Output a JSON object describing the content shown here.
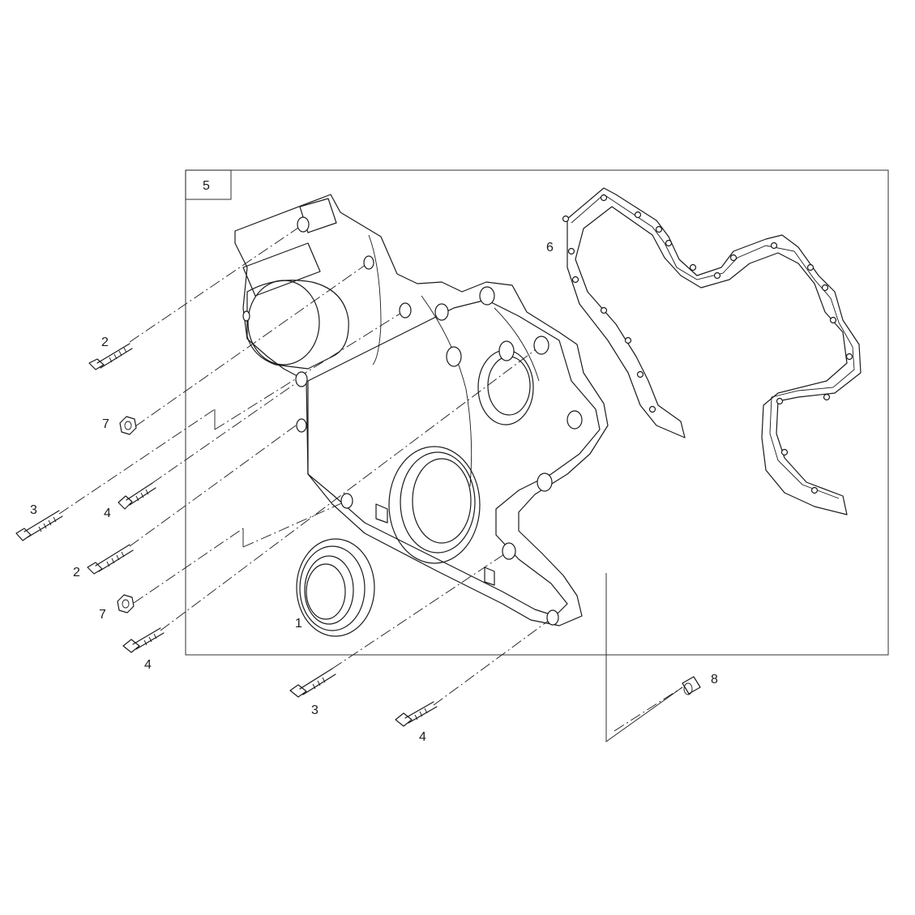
{
  "callouts": {
    "seal": "1",
    "bolt_a_upper": "2",
    "bolt_a_lower": "2",
    "bolt_b_left": "3",
    "bolt_b_bottom": "3",
    "bolt_c_upper": "4",
    "bolt_c_left": "4",
    "bolt_c_bottom": "4",
    "assembly": "5",
    "gasket": "6",
    "nut_upper": "7",
    "nut_lower": "7",
    "dowel": "8"
  }
}
